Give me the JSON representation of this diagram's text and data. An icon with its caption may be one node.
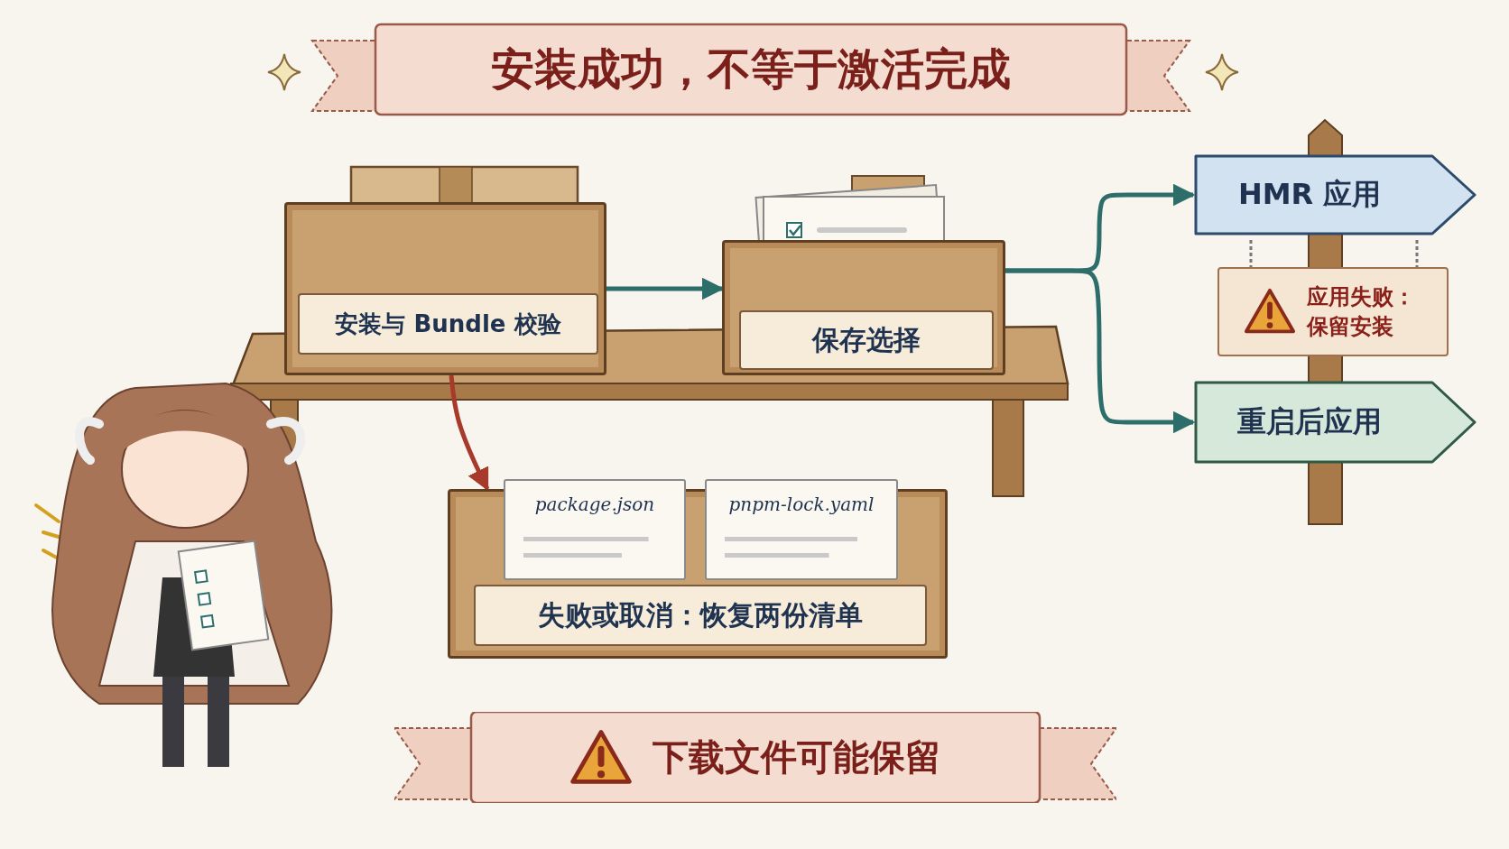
{
  "diagram": {
    "title": "安装成功，不等于激活完成",
    "nodes": [
      {
        "text": [
          "安装与 Bundle 校验"
        ]
      },
      {
        "text": [
          "保存选择"
        ]
      },
      {
        "text": [
          "HMR 应用"
        ]
      },
      {
        "text": [
          "应用失败：保留安装"
        ]
      },
      {
        "text": [
          "重启后应用"
        ]
      },
      {
        "text": [
          "失败或取消：恢复两份清单"
        ]
      },
      {
        "text": [
          "package.json"
        ],
        "in": 5
      },
      {
        "text": [
          "pnpm-lock.yaml"
        ],
        "in": 5
      },
      {
        "text": [
          "下载文件可能保留"
        ]
      }
    ],
    "edges": [
      {
        "from": 0,
        "to": 1,
        "arrow": "to"
      },
      {
        "from": 0,
        "to": 5,
        "arrow": "to",
        "color": "#a83a2c"
      },
      {
        "from": 1,
        "to": 2,
        "arrow": "to"
      },
      {
        "from": 1,
        "to": 4,
        "arrow": "to"
      }
    ]
  }
}
